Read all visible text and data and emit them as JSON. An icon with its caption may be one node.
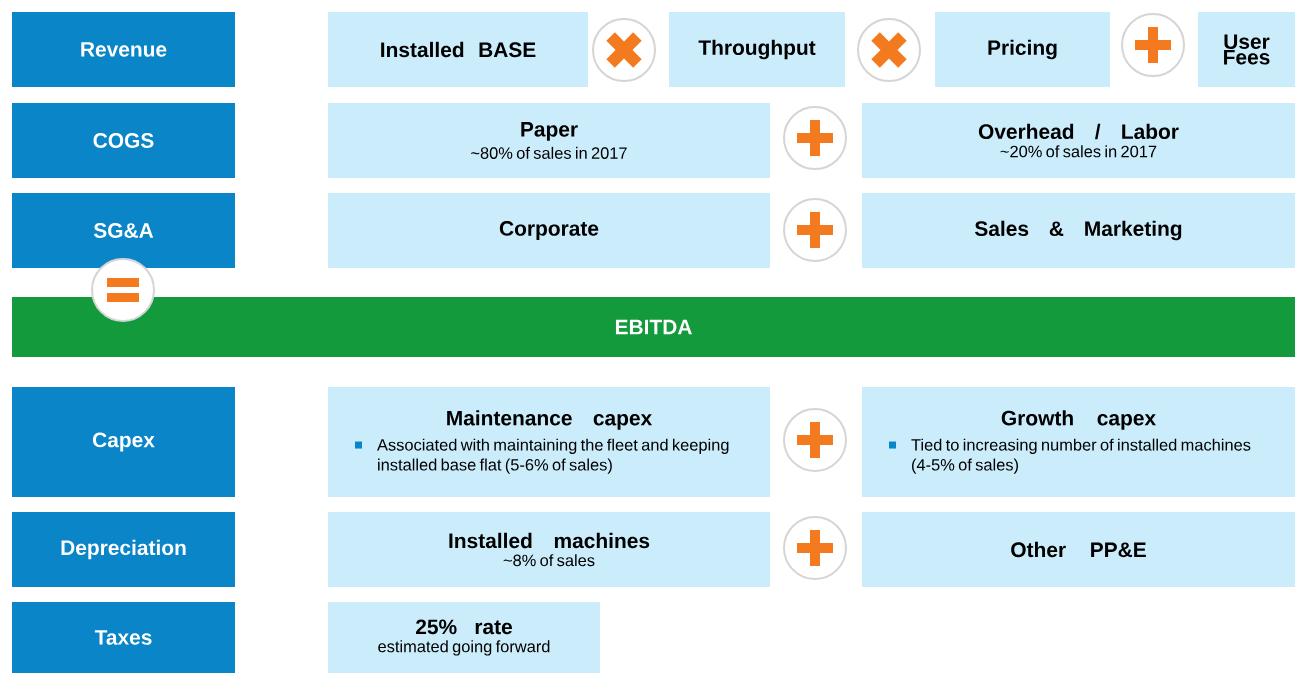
{
  "diagram": {
    "nodes": [
      {
        "text": [
          "Revenue"
        ]
      },
      {
        "text": [
          "Installed BASE"
        ]
      },
      {
        "text": [
          "Throughput"
        ]
      },
      {
        "text": [
          "Pricing"
        ]
      },
      {
        "text": [
          "User Fees"
        ]
      },
      {
        "text": [
          "COGS"
        ]
      },
      {
        "text": [
          "Paper",
          "~80% of sales in 2017"
        ]
      },
      {
        "text": [
          "Overhead / Labor",
          "~20% of sales in 2017"
        ]
      },
      {
        "text": [
          "SG&A"
        ]
      },
      {
        "text": [
          "Corporate"
        ]
      },
      {
        "text": [
          "Sales & Marketing"
        ]
      },
      {
        "text": [
          "EBITDA"
        ]
      },
      {
        "text": [
          "Capex"
        ]
      },
      {
        "text": [
          "Maintenance capex",
          "Associated with maintaining the fleet and keeping installed base flat (5-6% of sales)"
        ]
      },
      {
        "text": [
          "Growth capex",
          "Tied to increasing number of installed machines (4-5% of sales)"
        ]
      },
      {
        "text": [
          "Depreciation"
        ]
      },
      {
        "text": [
          "Installed machines",
          "~8% of sales"
        ]
      },
      {
        "text": [
          "Other PP&E"
        ]
      },
      {
        "text": [
          "Taxes"
        ]
      },
      {
        "text": [
          "25% rate",
          "estimated going forward"
        ]
      }
    ]
  }
}
